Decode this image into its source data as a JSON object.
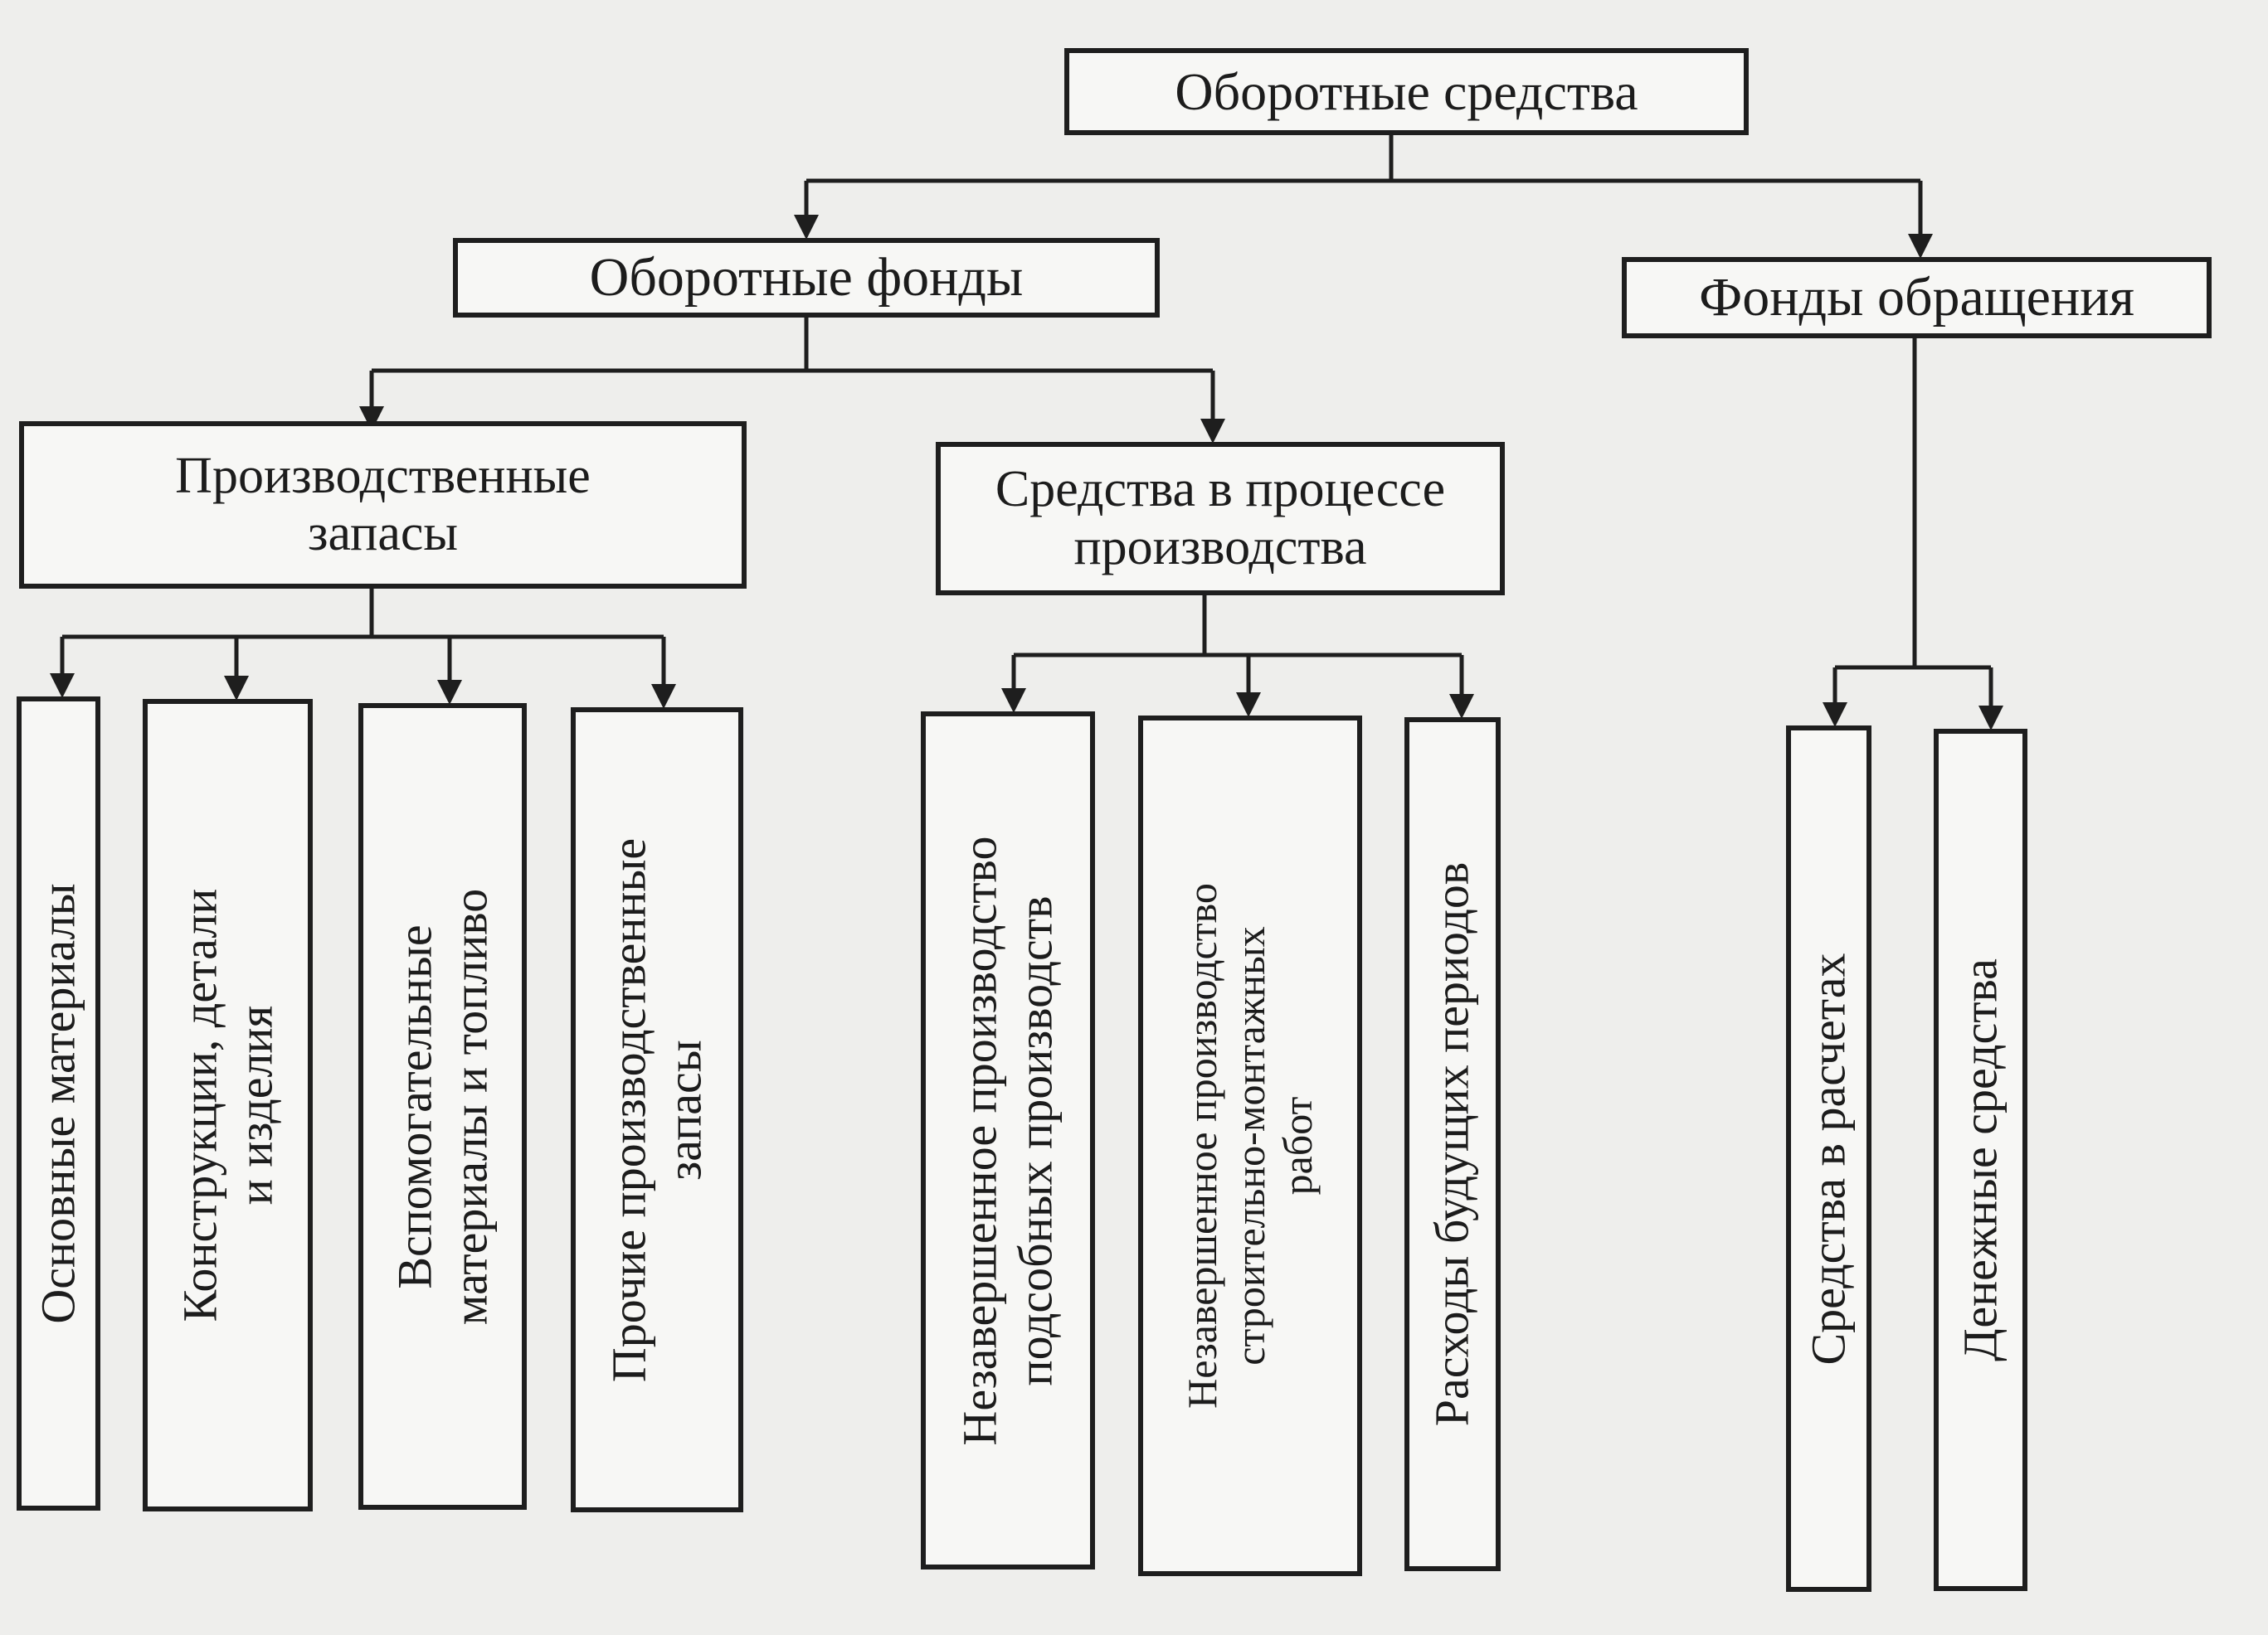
{
  "colors": {
    "background": "#eeeeec",
    "box_fill": "#f7f7f5",
    "line": "#1e1e1e"
  },
  "nodes": {
    "root": {
      "label": "Оборотные средства"
    },
    "working_funds": {
      "label": "Оборотные фонды"
    },
    "circulation_funds": {
      "label": "Фонды обращения"
    },
    "production_stocks": {
      "label": "Производственные\nзапасы"
    },
    "in_production": {
      "label": "Средства в процессе\nпроизводства"
    },
    "basic_materials": {
      "label": "Основные материалы"
    },
    "structures_parts": {
      "label": "Конструкции, детали\nи изделия"
    },
    "auxiliary_fuel": {
      "label": "Вспомогательные\nматериалы и топливо"
    },
    "other_stocks": {
      "label": "Прочие производственные\nзапасы"
    },
    "wip_auxiliary": {
      "label": "Незавершенное производство\nподсобных производств"
    },
    "wip_construction": {
      "label": "Незавершенное производство\nстроительно-монтажных\nработ"
    },
    "deferred_expenses": {
      "label": "Расходы будущих периодов"
    },
    "receivables": {
      "label": "Средства в расчетах"
    },
    "cash": {
      "label": "Денежные средства"
    }
  }
}
